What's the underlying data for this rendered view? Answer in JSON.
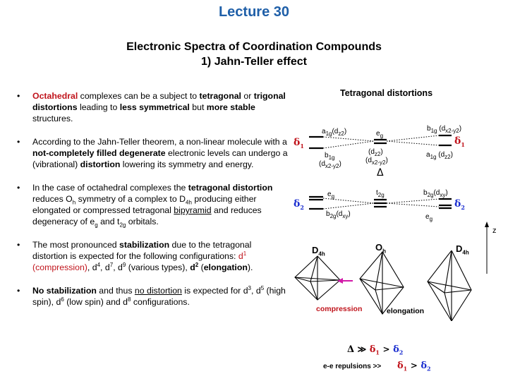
{
  "slide": {
    "title": "Lecture 30",
    "subtitle_line1": "Electronic Spectra of Coordination Compounds",
    "subtitle_line2": "1) Jahn-Teller effect"
  },
  "bullets": {
    "b1": {
      "octahedral": "Octahedral",
      "t1": " complexes can be a subject to ",
      "tetragonal": "tetragonal",
      "t2": " or ",
      "trigonal": "trigonal distortions",
      "t3": " leading to ",
      "less_sym": "less symmetrical",
      "t4": " but ",
      "more_stable": "more stable",
      "t5": " structures."
    },
    "b2": {
      "t1": "According to the Jahn-Teller theorem, a non-linear molecule with a ",
      "nd": "not-completely filled degenerate",
      "t2": " electronic levels can undergo a (vibrational) ",
      "dist": "distortion",
      "t3": " lowering its symmetry and energy."
    },
    "b3": {
      "t1": "In the case of octahedral complexes the ",
      "td": "tetragonal distortion",
      "t2": " reduces O",
      "oh_sub": "h",
      "t3": " symmetry of a complex to D",
      "d_sub": "4h",
      "t4": " producing either elongated or compressed tetragonal ",
      "bip": "bipyramid",
      "t5": " and reduces degeneracy of e",
      "eg_sub": "g",
      "t6": " and t",
      "t2g_sub": "2g",
      "t7": " orbitals."
    },
    "b4": {
      "t1": "The most pronounced ",
      "stab": "stabilization",
      "t2": " due to the tetragonal distortion is expected for the following configurations: ",
      "d1": "d",
      "d1_sup": "1",
      "comp": " (compression)",
      "t3": ", d",
      "d4_sup": "4",
      "t4": ", d",
      "d7_sup": "7",
      "t5": ", d",
      "d9_sup": "9",
      "t6": " (various types), ",
      "d2": "d",
      "d2_sup": "2",
      "t7": " (",
      "elong": "elongation",
      "t8": ")."
    },
    "b5": {
      "ns": "No stabilization",
      "t1": " and thus ",
      "nd": "no distortion",
      "t2": " is expected for d",
      "s1": "3",
      "t3": ", d",
      "s2": "5",
      "t4": " (high spin), d",
      "s3": "6",
      "t5": " (low spin) and d",
      "s4": "8",
      "t6": " configurations."
    }
  },
  "diagram": {
    "title": "Tetragonal distortions",
    "left": {
      "a1g": "a",
      "a1g_sub": "1g",
      "a1g_orb": "(d",
      "a1g_orb_sub": "z2",
      "a1g_close": ")",
      "b1g": "b",
      "b1g_sub": "1g",
      "b1g_orb": "(d",
      "b1g_orb_sub": "x2-y2",
      "b1g_close": ")",
      "eg": "e",
      "eg_sub": "g",
      "b2g": "b",
      "b2g_sub": "2g",
      "b2g_orb": "(d",
      "b2g_orb_sub": "xy",
      "b2g_close": ")",
      "delta1": "δ",
      "delta1_sub": "1",
      "delta2": "δ",
      "delta2_sub": "2"
    },
    "center": {
      "eg": "e",
      "eg_sub": "g",
      "dz2": "(d",
      "dz2_sub": "z2",
      "dz2_close": ")",
      "dx2": "(d",
      "dx2_sub": "x2-y2",
      "dx2_close": ")",
      "Delta": "Δ",
      "t2g": "t",
      "t2g_sub": "2g"
    },
    "right": {
      "b1g": "b",
      "b1g_sub": "1g",
      "b1g_orb": "(d",
      "b1g_orb_sub": "x2-y2",
      "b1g_close": ")",
      "a1g": "a",
      "a1g_sub": "1g",
      "a1g_orb": "(d",
      "a1g_orb_sub": "z2",
      "a1g_close": ")",
      "b2g": "b",
      "b2g_sub": "2g",
      "b2g_orb": "(d",
      "b2g_orb_sub": "xy",
      "b2g_close": ")",
      "eg": "e",
      "eg_sub": "g",
      "delta1": "δ",
      "delta1_sub": "1",
      "delta2": "δ",
      "delta2_sub": "2"
    },
    "axis_label": "z",
    "shapes": {
      "left_main": "D",
      "left_sub": "4h",
      "center_main": "O",
      "center_sub": "h",
      "right_main": "D",
      "right_sub": "4h"
    },
    "compression": "compression",
    "elongation": "elongation",
    "rel1": {
      "Delta": "Δ",
      "gg": "≫",
      "d1": "δ",
      "d1_sub": "1",
      "gt": ">",
      "d2": "δ",
      "d2_sub": "2"
    },
    "rel2": {
      "label": "e-e repulsions >>",
      "d1": "δ",
      "d1_sub": "1",
      "gt": ">",
      "d2": "δ",
      "d2_sub": "2"
    }
  },
  "colors": {
    "title": "#1f5fa8",
    "accent_red": "#c0141c",
    "delta_blue": "#1c2fd0"
  }
}
